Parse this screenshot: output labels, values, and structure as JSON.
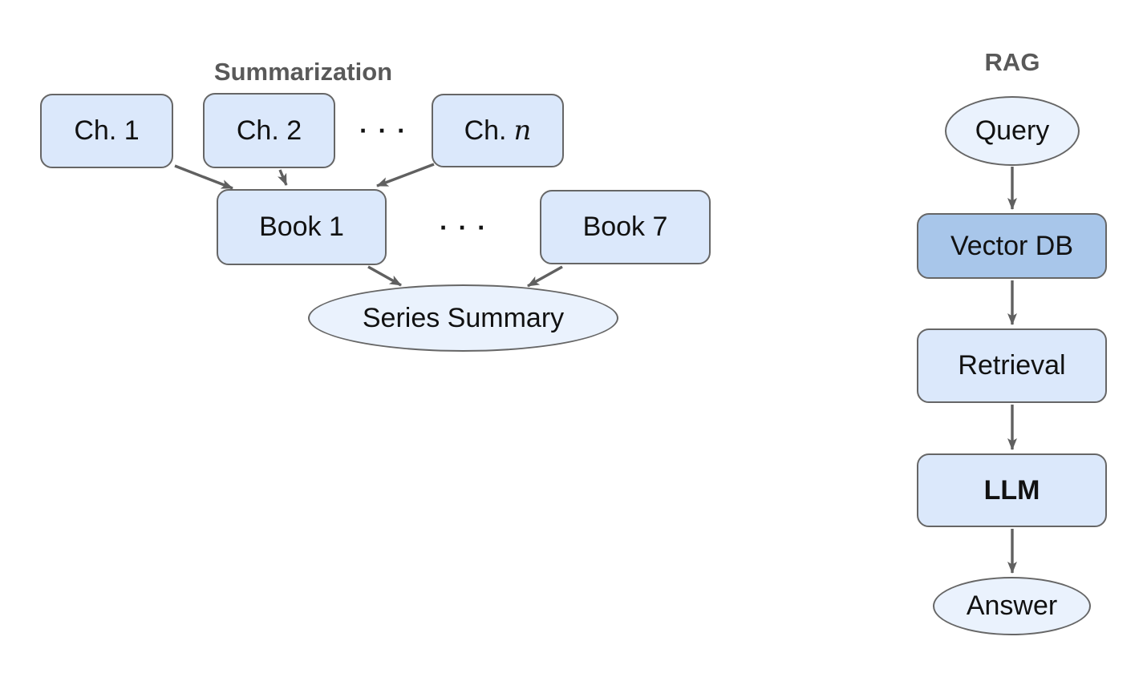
{
  "summarization": {
    "title": "Summarization",
    "chapters": {
      "ch1": "Ch. 1",
      "ch2": "Ch. 2",
      "dots": "· · ·",
      "chn_prefix": "Ch.",
      "chn_var": "n"
    },
    "books": {
      "book1": "Book 1",
      "dots": "· · ·",
      "book7": "Book 7"
    },
    "summary": "Series Summary"
  },
  "rag": {
    "title": "RAG",
    "query": "Query",
    "vector_db": "Vector DB",
    "retrieval": "Retrieval",
    "llm": "LLM",
    "answer": "Answer"
  },
  "colors": {
    "box_fill": "#dbe8fb",
    "box_fill_highlight": "#a8c6ea",
    "ellipse_fill": "#eaf2fd",
    "border": "#666666",
    "arrow": "#606060",
    "title_text": "#595959",
    "node_text": "#111111"
  }
}
